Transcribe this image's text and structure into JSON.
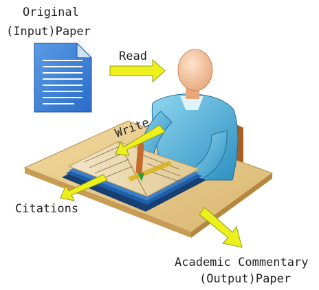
{
  "labels": {
    "input_line1": "Original",
    "input_line2": "(Input)Paper",
    "read": "Read",
    "write": "Write",
    "citations": "Citations",
    "output_line1": "Academic Commentary",
    "output_line2": "(Output)Paper"
  },
  "colors": {
    "arrow_fill": "#ecf01c",
    "arrow_stroke": "#9a9a10",
    "document_blue": "#3d7fd6",
    "table_top": "#e6c887",
    "person_shirt": "#4fb4da",
    "person_skin": "#f1c19b",
    "chair": "#a75f21",
    "book_cover": "#1f5ea8"
  },
  "icons": {
    "document": "document-icon",
    "person": "person-icon",
    "table": "desk-icon",
    "book": "open-book-icon",
    "pencil": "pencil-icon"
  }
}
